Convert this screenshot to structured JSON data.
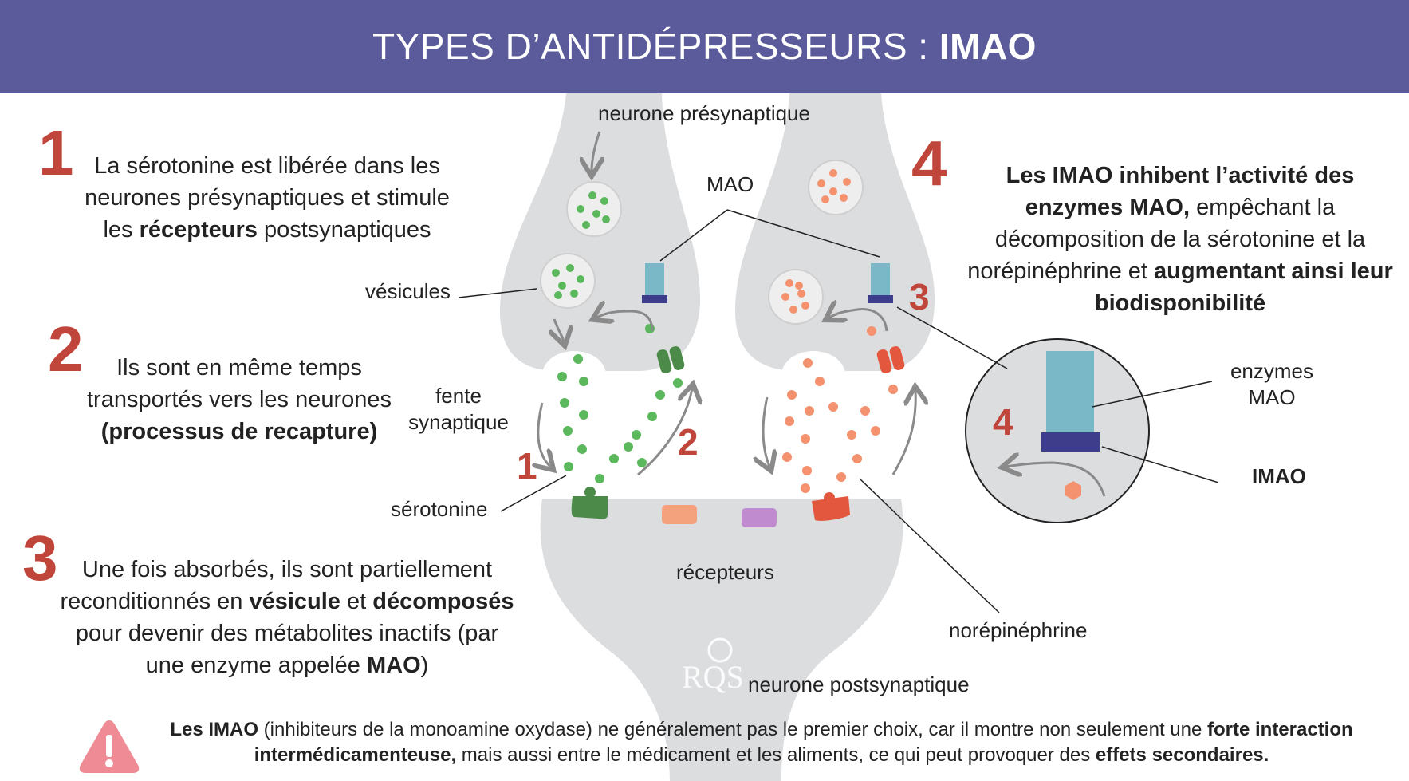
{
  "header": {
    "title_regular": "TYPES D’ANTIDÉPRESSEURS : ",
    "title_bold": "IMAO"
  },
  "colors": {
    "header_bg": "#5b5b9b",
    "step_number": "#c0453a",
    "serotonin": "#5cb85c",
    "norepinephrine": "#f4926f",
    "mao_enzyme": "#7ab8c8",
    "imao": "#3d3d8c",
    "neuron": "#dcdddf",
    "warning": "#ef8b95"
  },
  "steps": [
    {
      "number": "1",
      "parts": [
        {
          "text": "La sérotonine est libérée dans les neurones présynaptiques et stimule les ",
          "bold": false
        },
        {
          "text": "récepteurs",
          "bold": true
        },
        {
          "text": " postsynaptiques",
          "bold": false
        }
      ]
    },
    {
      "number": "2",
      "parts": [
        {
          "text": "Ils sont en même temps transportés vers les neurones ",
          "bold": false
        },
        {
          "text": "(processus de recapture)",
          "bold": true
        }
      ]
    },
    {
      "number": "3",
      "parts": [
        {
          "text": "Une fois absorbés, ils sont partiellement reconditionnés en ",
          "bold": false
        },
        {
          "text": "vésicule",
          "bold": true
        },
        {
          "text": " et ",
          "bold": false
        },
        {
          "text": "décomposés",
          "bold": true
        },
        {
          "text": " pour devenir des métabolites inactifs (par une enzyme appelée ",
          "bold": false
        },
        {
          "text": "MAO",
          "bold": true
        },
        {
          "text": ")",
          "bold": false
        }
      ]
    },
    {
      "number": "4",
      "parts": [
        {
          "text": "Les IMAO inhibent l’activité des enzymes MAO,",
          "bold": true
        },
        {
          "text": " empêchant la décomposition de la sérotonine et la norépinéphrine et ",
          "bold": false
        },
        {
          "text": "augmentant ainsi leur biodisponibilité",
          "bold": true
        }
      ]
    }
  ],
  "labels": {
    "presynaptic": "neurone présynaptique",
    "mao": "MAO",
    "vesicles": "vésicules",
    "cleft_line1": "fente",
    "cleft_line2": "synaptique",
    "serotonin": "sérotonine",
    "receptors": "récepteurs",
    "norepinephrine": "norépinéphrine",
    "postsynaptic": "neurone postsynaptique",
    "enzymes_line1": "enzymes",
    "enzymes_line2": "MAO",
    "imao": "IMAO",
    "logo": "RQS"
  },
  "diagram_markers": {
    "m1": "1",
    "m2": "2",
    "m3": "3",
    "m4": "4"
  },
  "warning": {
    "icon": "warning-triangle-icon",
    "parts": [
      {
        "text": "Les IMAO",
        "bold": true
      },
      {
        "text": " (inhibiteurs de la monoamine oxydase) ne généralement pas le premier choix, car il montre non seulement une ",
        "bold": false
      },
      {
        "text": "forte interaction intermédicamenteuse,",
        "bold": true
      },
      {
        "text": " mais aussi entre le médicament et les aliments, ce qui peut provoquer des ",
        "bold": false
      },
      {
        "text": "effets secondaires.",
        "bold": true
      }
    ]
  }
}
